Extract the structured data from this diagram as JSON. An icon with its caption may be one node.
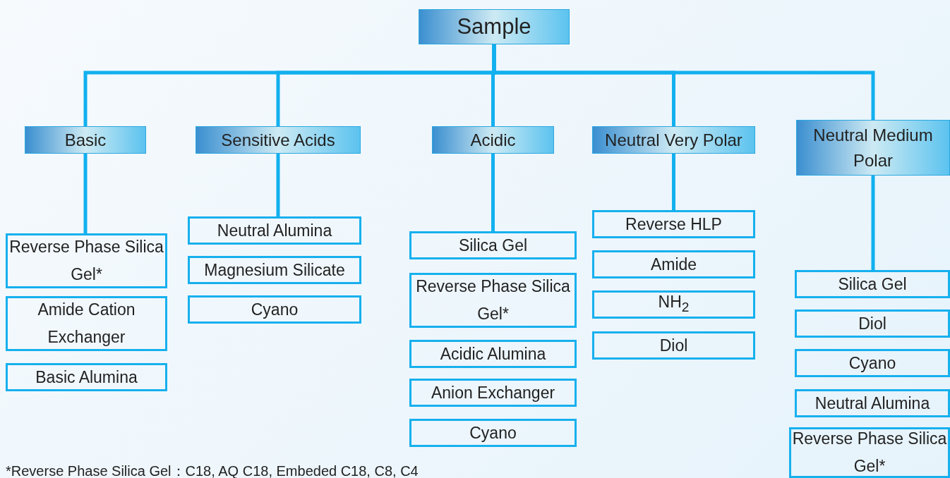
{
  "diagram": {
    "nodes": [
      {
        "text": [
          "Sample"
        ]
      },
      {
        "text": [
          "Basic"
        ]
      },
      {
        "text": [
          "Sensitive Acids"
        ]
      },
      {
        "text": [
          "Acidic"
        ]
      },
      {
        "text": [
          "Neutral Very Polar"
        ]
      },
      {
        "text": [
          "Neutral Medium  Polar"
        ]
      },
      {
        "text": [
          "Reverse Phase Silica Gel*"
        ]
      },
      {
        "text": [
          "Amide Cation Exchanger"
        ]
      },
      {
        "text": [
          "Basic Alumina"
        ]
      },
      {
        "text": [
          "Neutral Alumina"
        ]
      },
      {
        "text": [
          "Magnesium Silicate"
        ]
      },
      {
        "text": [
          "Cyano"
        ]
      },
      {
        "text": [
          "Silica Gel"
        ]
      },
      {
        "text": [
          "Reverse Phase Silica Gel*"
        ]
      },
      {
        "text": [
          "Acidic Alumina"
        ]
      },
      {
        "text": [
          "Anion Exchanger"
        ]
      },
      {
        "text": [
          "Cyano"
        ]
      },
      {
        "text": [
          "Reverse HLP"
        ]
      },
      {
        "text": [
          "Amide"
        ]
      },
      {
        "text": [
          "NH$_{2}$"
        ]
      },
      {
        "text": [
          "Diol"
        ]
      },
      {
        "text": [
          "Silica Gel"
        ]
      },
      {
        "text": [
          "Diol"
        ]
      },
      {
        "text": [
          "Cyano"
        ]
      },
      {
        "text": [
          "Neutral Alumina"
        ]
      },
      {
        "text": [
          "Reverse Phase Silica Gel*"
        ]
      }
    ],
    "edges": [
      {
        "from": 0,
        "to": 1,
        "arrow": "none"
      },
      {
        "from": 0,
        "to": 2,
        "arrow": "none"
      },
      {
        "from": 0,
        "to": 3,
        "arrow": "none"
      },
      {
        "from": 0,
        "to": 4,
        "arrow": "none"
      },
      {
        "from": 0,
        "to": 5,
        "arrow": "none"
      },
      {
        "from": 1,
        "to": 6,
        "arrow": "none"
      },
      {
        "from": 2,
        "to": 9,
        "arrow": "none"
      },
      {
        "from": 3,
        "to": 12,
        "arrow": "none"
      },
      {
        "from": 4,
        "to": 17,
        "arrow": "none"
      },
      {
        "from": 5,
        "to": 21,
        "arrow": "none"
      }
    ],
    "labels": [
      "*Reverse Phase Silica Gel：C18, AQ C18, Embeded C18, C8, C4"
    ]
  }
}
